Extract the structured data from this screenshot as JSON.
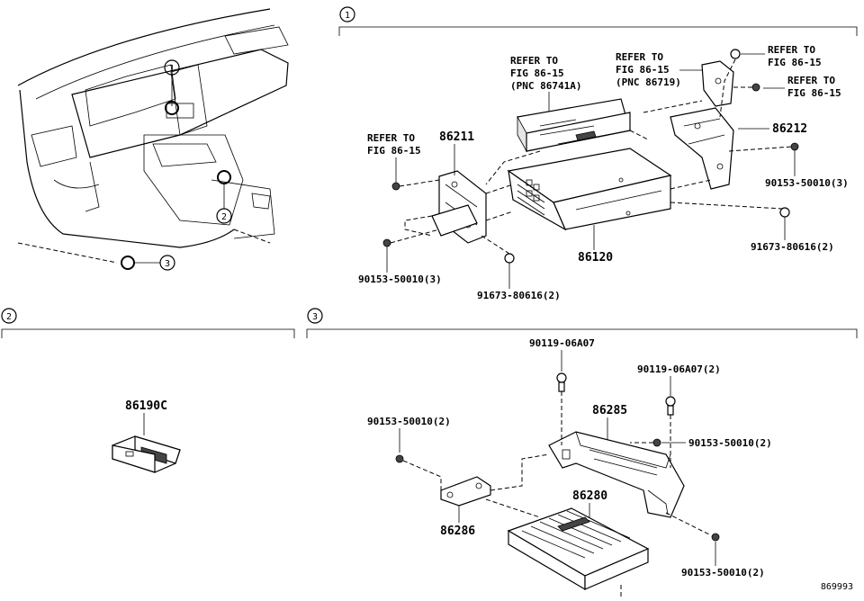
{
  "section_markers": [
    "1",
    "2",
    "3"
  ],
  "overview": {
    "markers": [
      "1",
      "2",
      "3"
    ]
  },
  "section1": {
    "refer_a": [
      "REFER TO",
      "FIG 86-15"
    ],
    "refer_b": [
      "REFER TO",
      "FIG 86-15",
      "(PNC 86741A)"
    ],
    "refer_c": [
      "REFER TO",
      "FIG 86-15",
      "(PNC 86719)"
    ],
    "refer_d": [
      "REFER TO",
      "FIG 86-15"
    ],
    "refer_e": [
      "REFER TO",
      "FIG 86-15"
    ],
    "part_86211": "86211",
    "part_86212": "86212",
    "part_86120": "86120",
    "bolt_left_top": "90153-50010(3)",
    "bolt_right_top": "90153-50010(3)",
    "screw_bottom": "91673-80616(2)",
    "screw_right": "91673-80616(2)"
  },
  "section2": {
    "part_86190c": "86190C"
  },
  "section3": {
    "bolt_top": "90119-06A07",
    "bolt_top2": "90119-06A07(2)",
    "part_86285": "86285",
    "bolt_left": "90153-50010(2)",
    "bolt_right": "90153-50010(2)",
    "part_86280": "86280",
    "part_86286": "86286",
    "bolt_bottom": "90153-50010(2)"
  },
  "figure_id": "869993"
}
